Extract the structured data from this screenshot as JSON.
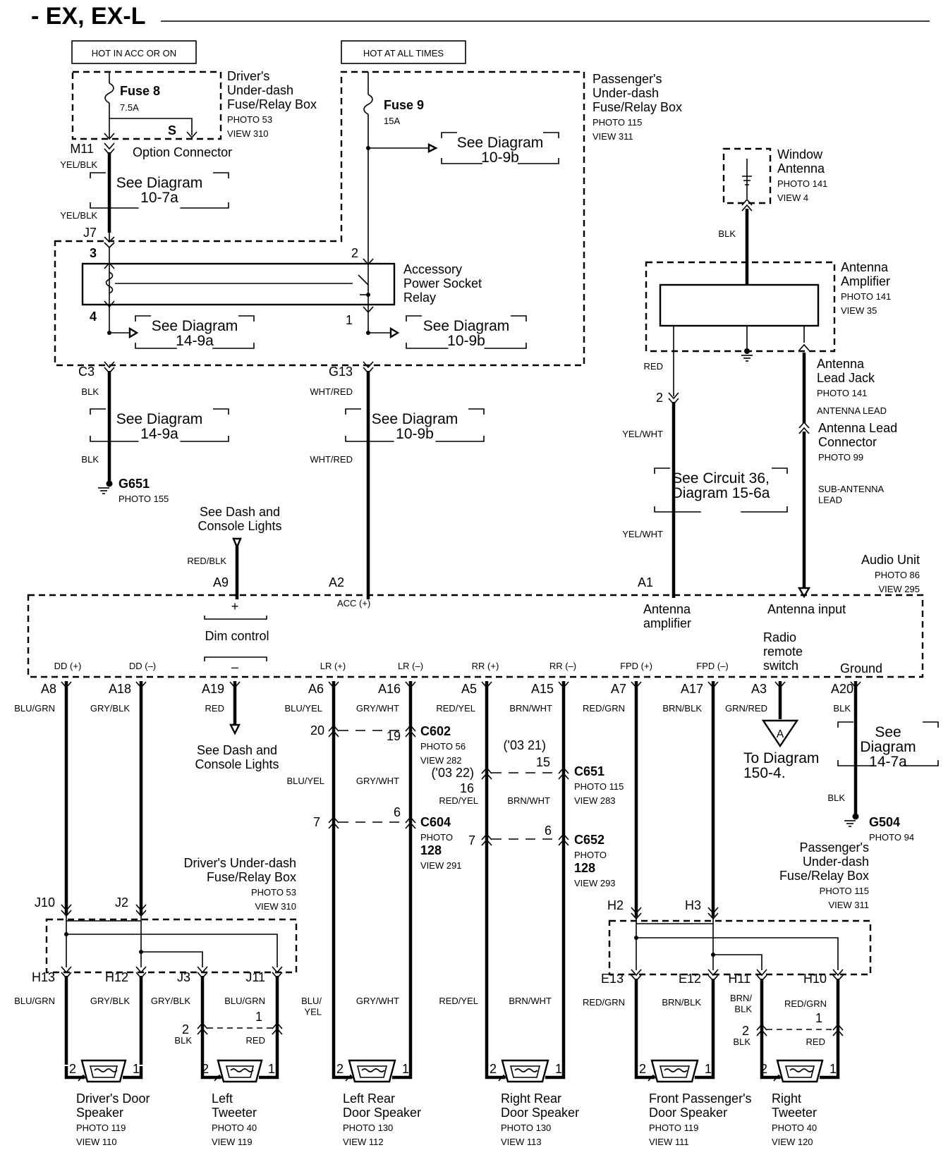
{
  "title": "- EX, EX-L",
  "power_labels": {
    "acc": "HOT IN ACC OR ON",
    "always": "HOT AT ALL TIMES"
  },
  "fuses": {
    "f8": {
      "name": "Fuse 8",
      "rating": "7.5A"
    },
    "f9": {
      "name": "Fuse 9",
      "rating": "15A"
    }
  },
  "components": {
    "driver_box": [
      "Driver's",
      "Under-dash",
      "Fuse/Relay Box",
      "PHOTO 53",
      "VIEW 310"
    ],
    "pass_box": [
      "Passenger's",
      "Under-dash",
      "Fuse/Relay Box",
      "PHOTO 115",
      "VIEW 311"
    ],
    "option_connector": "Option Connector",
    "option_s": "S",
    "relay": [
      "Accessory",
      "Power Socket",
      "Relay"
    ],
    "window_antenna": [
      "Window",
      "Antenna",
      "PHOTO 141",
      "VIEW 4"
    ],
    "antenna_amp": [
      "Antenna",
      "Amplifier",
      "PHOTO 141",
      "VIEW 35"
    ],
    "lead_jack": [
      "Antenna",
      "Lead Jack",
      "PHOTO 141"
    ],
    "antenna_lead": "ANTENNA LEAD",
    "lead_connector": [
      "Antenna Lead",
      "Connector",
      "PHOTO 99"
    ],
    "sub_antenna": [
      "SUB-ANTENNA",
      "LEAD"
    ],
    "audio_unit": [
      "Audio Unit",
      "PHOTO 86",
      "VIEW 295"
    ],
    "g651": [
      "G651",
      "PHOTO 155"
    ],
    "g504": [
      "G504",
      "PHOTO 94"
    ],
    "dash_lights_top": [
      "See Dash and",
      "Console Lights"
    ],
    "dash_lights_bottom": [
      "See Dash and",
      "Console Lights"
    ],
    "to_diagram": [
      "To Diagram",
      "150-4."
    ],
    "diagram_arrow": "A",
    "driver_box_lower": [
      "Driver's Under-dash",
      "Fuse/Relay Box",
      "PHOTO 53",
      "VIEW 310"
    ],
    "pass_box_lower": [
      "Passenger's",
      "Under-dash",
      "Fuse/Relay Box",
      "PHOTO 115",
      "VIEW 311"
    ],
    "c602": [
      "C602",
      "PHOTO 56",
      "VIEW 282"
    ],
    "c651": [
      "C651",
      "PHOTO 115",
      "VIEW 283"
    ],
    "c604": [
      "C604",
      "PHOTO",
      "128",
      "VIEW 291"
    ],
    "c652": [
      "C652",
      "PHOTO",
      "128",
      "VIEW 293"
    ]
  },
  "see_refs": {
    "r1": [
      "See Diagram",
      "10-9b"
    ],
    "r2": [
      "See Diagram",
      "10-7a"
    ],
    "r3": [
      "See Diagram",
      "14-9a"
    ],
    "r4": [
      "See Diagram",
      "10-9b"
    ],
    "r5": [
      "See Diagram",
      "14-9a"
    ],
    "r6": [
      "See Diagram",
      "10-9b"
    ],
    "r7": [
      "See Circuit 36,",
      "Diagram 15-6a"
    ],
    "r8": [
      "See",
      "Diagram",
      "14-7a"
    ]
  },
  "audio_functions": {
    "acc": "ACC (+)",
    "antenna_amplifier": [
      "Antenna",
      "amplifier"
    ],
    "antenna_input": "Antenna input",
    "dim_plus": "+",
    "dim_control": "Dim control",
    "dim_minus": "–",
    "radio_remote": [
      "Radio",
      "remote",
      "switch"
    ],
    "ground": "Ground",
    "dd_plus": "DD (+)",
    "dd_minus": "DD (–)",
    "lr_plus": "LR (+)",
    "lr_minus": "LR (–)",
    "rr_plus": "RR (+)",
    "rr_minus": "RR (–)",
    "fpd_plus": "FPD (+)",
    "fpd_minus": "FPD (–)"
  },
  "pins": {
    "m11": "M11",
    "j7": "J7",
    "r3": "3",
    "r4": "4",
    "r2": "2",
    "r1": "1",
    "c3": "C3",
    "g13": "G13",
    "a9": "A9",
    "a2": "A2",
    "a1": "A1",
    "a8": "A8",
    "a18": "A18",
    "a19": "A19",
    "a6": "A6",
    "a16": "A16",
    "a5": "A5",
    "a15": "A15",
    "a7": "A7",
    "a17": "A17",
    "a3": "A3",
    "a20": "A20",
    "ant2": "2",
    "p20": "20",
    "p19": "19",
    "p0321": "('03 21)",
    "p15": "15",
    "p0322": "('03 22)",
    "p16": "16",
    "p7a": "7",
    "p6a": "6",
    "p7b": "7",
    "p6b": "6",
    "j10": "J10",
    "j2": "J2",
    "h13": "H13",
    "h12": "H12",
    "j3": "J3",
    "j11": "J11",
    "h2": "H2",
    "h3": "H3",
    "e13": "E13",
    "e12": "E12",
    "h11": "H11",
    "h10": "H10",
    "t2a": "2",
    "t1a": "1",
    "t2b": "2",
    "t1b": "1",
    "s2a": "2",
    "s1a": "1",
    "s2b": "2",
    "s1b": "1",
    "s2c": "2",
    "s1c": "1",
    "s2d": "2",
    "s1d": "1",
    "s2e": "2",
    "s1e": "1",
    "s2f": "2",
    "s1f": "1"
  },
  "wire_colors": {
    "yelblk1": "YEL/BLK",
    "yelblk2": "YEL/BLK",
    "blk1": "BLK",
    "blk2": "BLK",
    "whtred1": "WHT/RED",
    "whtred2": "WHT/RED",
    "redblk": "RED/BLK",
    "blk_ant": "BLK",
    "red_ant": "RED",
    "yelwht1": "YEL/WHT",
    "yelwht2": "YEL/WHT",
    "blugrn1": "BLU/GRN",
    "gryblk1": "GRY/BLK",
    "red_a19": "RED",
    "bluyel1": "BLU/YEL",
    "grywht1": "GRY/WHT",
    "redyel1": "RED/YEL",
    "brnwht1": "BRN/WHT",
    "redgrn1": "RED/GRN",
    "brnblk1": "BRN/BLK",
    "grnred": "GRN/RED",
    "blk_a20": "BLK",
    "bluyel2": "BLU/YEL",
    "grywht2": "GRY/WHT",
    "redyel2": "RED/YEL",
    "brnwht2": "BRN/WHT",
    "blk_g504": "BLK",
    "blugrn2": "BLU/GRN",
    "gryblk2": "GRY/BLK",
    "gryblk3": "GRY/BLK",
    "blugrn3": "BLU/GRN",
    "bluyel3": "BLU/\nYEL",
    "grywht3": "GRY/WHT",
    "redyel3": "RED/YEL",
    "brnwht3": "BRN/WHT",
    "redgrn2": "RED/GRN",
    "brnblk2": "BRN/BLK",
    "brnblk3": "BRN/\nBLK",
    "redgrn3": "RED/GRN",
    "blk_tw1": "BLK",
    "red_tw1": "RED",
    "blk_tw2": "BLK",
    "red_tw2": "RED"
  },
  "speakers": {
    "driver_door": [
      "Driver's Door",
      "Speaker",
      "PHOTO 119",
      "VIEW 110"
    ],
    "left_tweeter": [
      "Left",
      "Tweeter",
      "PHOTO 40",
      "VIEW 119"
    ],
    "left_rear": [
      "Left Rear",
      "Door Speaker",
      "PHOTO 130",
      "VIEW 112"
    ],
    "right_rear": [
      "Right Rear",
      "Door Speaker",
      "PHOTO 130",
      "VIEW 113"
    ],
    "front_pass": [
      "Front Passenger's",
      "Door Speaker",
      "PHOTO 119",
      "VIEW 111"
    ],
    "right_tweeter": [
      "Right",
      "Tweeter",
      "PHOTO 40",
      "VIEW 120"
    ]
  }
}
